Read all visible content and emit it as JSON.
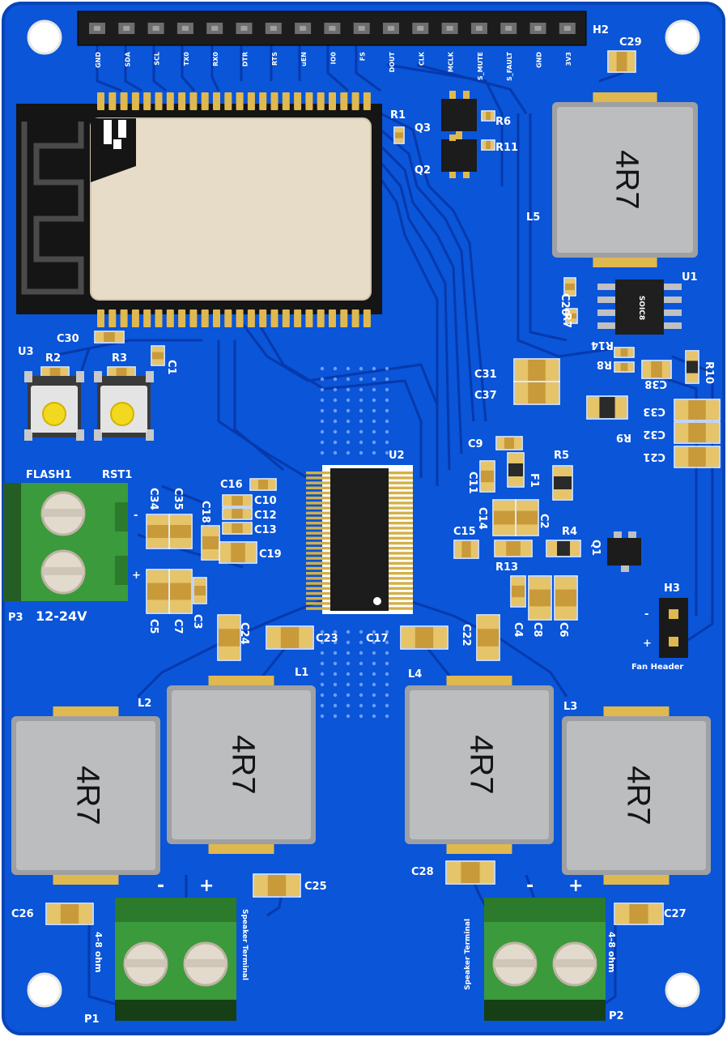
{
  "board": {
    "colors": {
      "pcb": "#0a55d8",
      "pcb_edge": "#0845b8",
      "trace": "#0637a8",
      "silkscreen": "#ffffff",
      "pad": "#e0b850",
      "inductor": "#b9bbbd",
      "terminal": "#3b9a3b",
      "module": "#e7dcc8"
    },
    "header_pins": [
      "GND",
      "SDA",
      "SCL",
      "TX0",
      "RX0",
      "DTR",
      "RTS",
      "uEN",
      "IO0",
      "FS",
      "DOUT",
      "CLK",
      "MCLK",
      "S_MUTE",
      "S_FAULT",
      "GND",
      "3V3"
    ],
    "labels": {
      "h2": "H2",
      "c29": "C29",
      "r1": "R1",
      "q3": "Q3",
      "q2": "Q2",
      "r6": "R6",
      "r11": "R11",
      "l5": "L5",
      "l5_value": "4R7",
      "c20": "C20",
      "r7": "R7",
      "u1": "U1",
      "u1_chip": "SOIC8",
      "r14": "R14",
      "r8": "R8",
      "r10": "R10",
      "c38": "C38",
      "c31": "C31",
      "c37": "C37",
      "r9": "R9",
      "c33": "C33",
      "c32": "C32",
      "c21": "C21",
      "c30": "C30",
      "u3": "U3",
      "r2": "R2",
      "r3": "R3",
      "c1": "C1",
      "flash1": "FLASH1",
      "rst1": "RST1",
      "c34": "C34",
      "c35": "C35",
      "c18": "C18",
      "c16": "C16",
      "c10": "C10",
      "c12": "C12",
      "c13": "C13",
      "c19": "C19",
      "c5": "C5",
      "c7": "C7",
      "c3": "C3",
      "p3": "P3",
      "p3_voltage": "12-24V",
      "u2": "U2",
      "c9": "C9",
      "r5": "R5",
      "c11": "C11",
      "f1": "F1",
      "c14": "C14",
      "c2": "C2",
      "c15": "C15",
      "r4": "R4",
      "r13": "R13",
      "q1": "Q1",
      "h3": "H3",
      "fan_header": "Fan Header",
      "c8": "C8",
      "c6": "C6",
      "c4": "C4",
      "c22": "C22",
      "c24": "C24",
      "c23": "C23",
      "c17": "C17",
      "l1": "L1",
      "l1_value": "4R7",
      "l2": "L2",
      "l2_value": "4R7",
      "l3": "L3",
      "l3_value": "4R7",
      "l4": "L4",
      "l4_value": "4R7",
      "c25": "C25",
      "c26": "C26",
      "c28": "C28",
      "c27": "C27",
      "p1": "P1",
      "p2": "P2",
      "speaker_terminal": "Speaker Terminal",
      "impedance": "4-8 ohm",
      "minus": "-",
      "plus": "+"
    }
  }
}
